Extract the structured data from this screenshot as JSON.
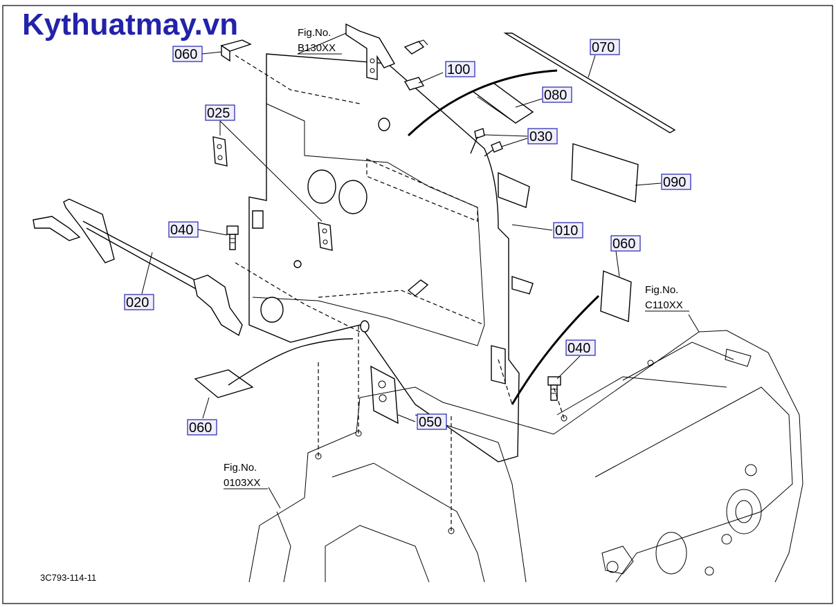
{
  "brand": "Kythuatmay.vn",
  "drawing_code": "3C793-114-11",
  "part_labels": {
    "p010": "010",
    "p020": "020",
    "p025": "025",
    "p030": "030",
    "p040a": "040",
    "p040b": "040",
    "p050": "050",
    "p060a": "060",
    "p060b": "060",
    "p060c": "060",
    "p070": "070",
    "p080": "080",
    "p090": "090",
    "p100": "100"
  },
  "fig_refs": {
    "b130": {
      "line1": "Fig.No.",
      "line2": "B130XX"
    },
    "c110": {
      "line1": "Fig.No.",
      "line2": "C110XX"
    },
    "o103": {
      "line1": "Fig.No.",
      "line2": "0103XX"
    }
  }
}
